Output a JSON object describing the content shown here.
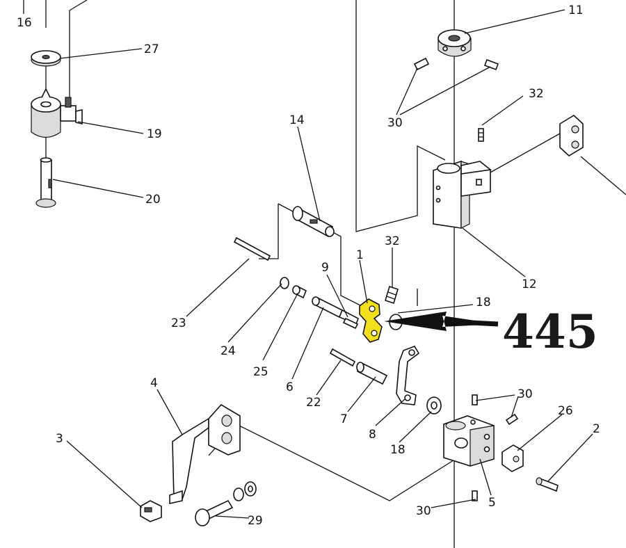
{
  "diagram": {
    "callout": {
      "number": "445",
      "color": "#f2df1d"
    },
    "labels": {
      "l1": "1",
      "l2": "2",
      "l3": "3",
      "l4": "4",
      "l5": "5",
      "l6": "6",
      "l7": "7",
      "l8": "8",
      "l9": "9",
      "l11": "11",
      "l12": "12",
      "l14": "14",
      "l16": "16",
      "l18a": "18",
      "l18b": "18",
      "l19": "19",
      "l20": "20",
      "l22": "22",
      "l23": "23",
      "l24": "24",
      "l25": "25",
      "l26": "26",
      "l27": "27",
      "l29": "29",
      "l30a": "30",
      "l30b": "30",
      "l30c": "30",
      "l32a": "32",
      "l32b": "32"
    }
  }
}
